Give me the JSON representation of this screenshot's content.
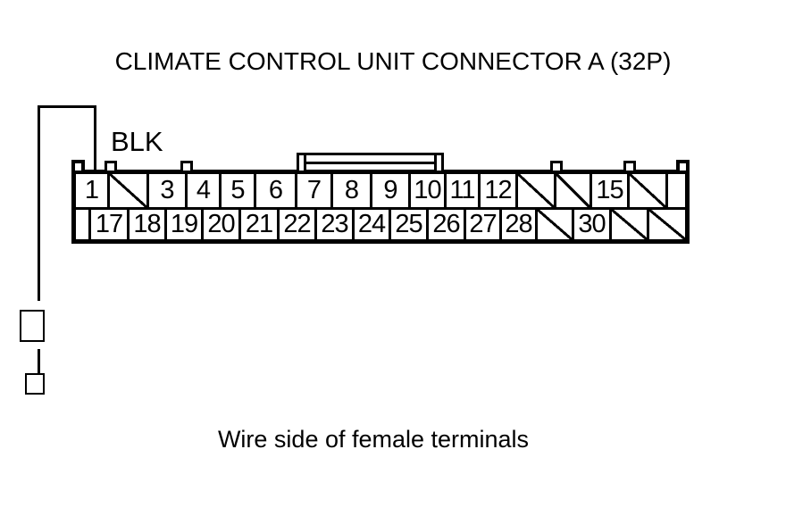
{
  "title": "CLIMATE CONTROL UNIT CONNECTOR A (32P)",
  "caption": "Wire side of female terminals",
  "wire": {
    "color_label": "BLK"
  },
  "connector": {
    "rows": {
      "top": [
        {
          "label": "1",
          "slash": false
        },
        {
          "label": "",
          "slash": true
        },
        {
          "label": "3",
          "slash": false
        },
        {
          "label": "4",
          "slash": false
        },
        {
          "label": "5",
          "slash": false
        },
        {
          "label": "6",
          "slash": false
        },
        {
          "label": "7",
          "slash": false
        },
        {
          "label": "8",
          "slash": false
        },
        {
          "label": "9",
          "slash": false
        },
        {
          "label": "10",
          "slash": false
        },
        {
          "label": "11",
          "slash": false
        },
        {
          "label": "12",
          "slash": false
        },
        {
          "label": "",
          "slash": true
        },
        {
          "label": "",
          "slash": true
        },
        {
          "label": "15",
          "slash": false
        },
        {
          "label": "",
          "slash": true
        }
      ],
      "bottom": [
        {
          "label": "17",
          "slash": false
        },
        {
          "label": "18",
          "slash": false
        },
        {
          "label": "19",
          "slash": false
        },
        {
          "label": "20",
          "slash": false
        },
        {
          "label": "21",
          "slash": false
        },
        {
          "label": "22",
          "slash": false
        },
        {
          "label": "23",
          "slash": false
        },
        {
          "label": "24",
          "slash": false
        },
        {
          "label": "25",
          "slash": false
        },
        {
          "label": "26",
          "slash": false
        },
        {
          "label": "27",
          "slash": false
        },
        {
          "label": "28",
          "slash": false
        },
        {
          "label": "",
          "slash": true
        },
        {
          "label": "30",
          "slash": false
        },
        {
          "label": "",
          "slash": true
        },
        {
          "label": "",
          "slash": true
        }
      ]
    }
  },
  "colors": {
    "line": "#000000",
    "background": "#ffffff"
  }
}
